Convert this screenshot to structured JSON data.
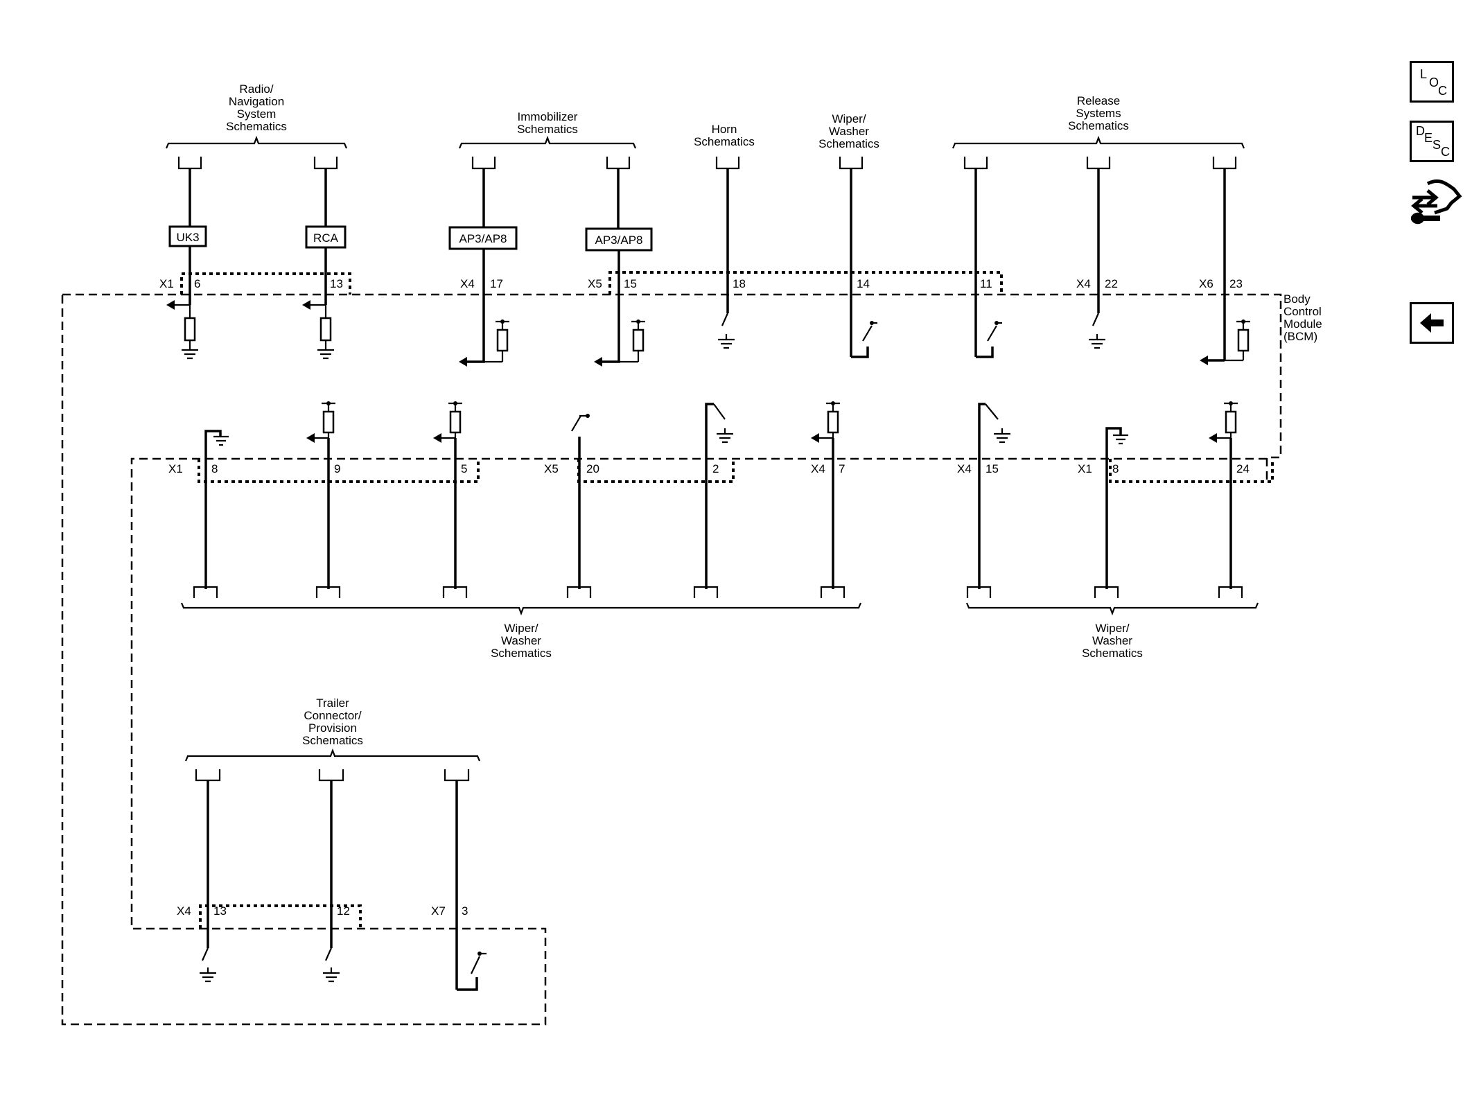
{
  "groups": {
    "radio": "Radio/\nNavigation\nSystem\nSchematics",
    "immobilizer": "Immobilizer\nSchematics",
    "horn": "Horn\nSchematics",
    "wiper_top": "Wiper/\nWasher\nSchematics",
    "release": "Release\nSystems\nSchematics",
    "wiper_bottom_left": "Wiper/\nWasher\nSchematics",
    "wiper_bottom_right": "Wiper/\nWasher\nSchematics",
    "trailer": "Trailer\nConnector/\nProvision\nSchematics"
  },
  "bcm_label": "Body\nControl\nModule\n(BCM)",
  "components": {
    "uk3": "UK3",
    "rca": "RCA",
    "ap1": "AP3/AP8",
    "ap2": "AP3/AP8"
  },
  "pins_top": [
    {
      "conn": "X1",
      "pin": "6"
    },
    {
      "conn": "",
      "pin": "13"
    },
    {
      "conn": "X4",
      "pin": "17"
    },
    {
      "conn": "X5",
      "pin": "15"
    },
    {
      "conn": "",
      "pin": "18"
    },
    {
      "conn": "",
      "pin": "14"
    },
    {
      "conn": "",
      "pin": "11"
    },
    {
      "conn": "X4",
      "pin": "22"
    },
    {
      "conn": "X6",
      "pin": "23"
    }
  ],
  "pins_mid": [
    {
      "conn": "X1",
      "pin": "8"
    },
    {
      "conn": "",
      "pin": "9"
    },
    {
      "conn": "",
      "pin": "5"
    },
    {
      "conn": "X5",
      "pin": "20"
    },
    {
      "conn": "",
      "pin": "2"
    },
    {
      "conn": "X4",
      "pin": "7"
    },
    {
      "conn": "X4",
      "pin": "15"
    },
    {
      "conn": "X1",
      "pin": "8"
    },
    {
      "conn": "",
      "pin": "24"
    }
  ],
  "pins_trailer": [
    {
      "conn": "X4",
      "pin": "13"
    },
    {
      "conn": "",
      "pin": "12"
    },
    {
      "conn": "X7",
      "pin": "3"
    }
  ],
  "side_buttons": {
    "loc": {
      "a": "L",
      "b": "O",
      "c": "C"
    },
    "desc": {
      "a": "D",
      "b": "E",
      "c": "S",
      "d": "C"
    }
  }
}
